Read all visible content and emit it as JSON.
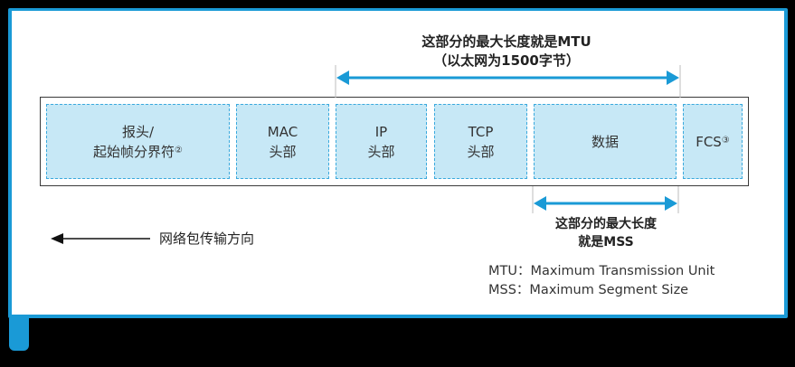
{
  "mtu_note": {
    "line1": "这部分的最大长度就是MTU",
    "line2": "（以太网为1500字节）"
  },
  "mss_note": {
    "line1": "这部分的最大长度",
    "line2": "就是MSS"
  },
  "direction_label": "网络包传输方向",
  "fields": [
    {
      "key": "header",
      "line1": "报头/",
      "line2": "起始帧分界符",
      "footnote": "②"
    },
    {
      "key": "mac",
      "line1": "MAC",
      "line2": "头部",
      "footnote": ""
    },
    {
      "key": "ip",
      "line1": "IP",
      "line2": "头部",
      "footnote": ""
    },
    {
      "key": "tcp",
      "line1": "TCP",
      "line2": "头部",
      "footnote": ""
    },
    {
      "key": "data",
      "line1": "数据",
      "line2": "",
      "footnote": ""
    },
    {
      "key": "fcs",
      "line1": "FCS",
      "line2": "",
      "footnote": "③"
    }
  ],
  "legend": [
    {
      "abbr": "MTU",
      "sep": "：",
      "full": "Maximum Transmission Unit"
    },
    {
      "abbr": "MSS",
      "sep": "：",
      "full": "Maximum Segment Size"
    }
  ],
  "colors": {
    "accent": "#1a9ad6",
    "field_fill": "#c7e8f6",
    "field_border": "#3aa9dd"
  }
}
